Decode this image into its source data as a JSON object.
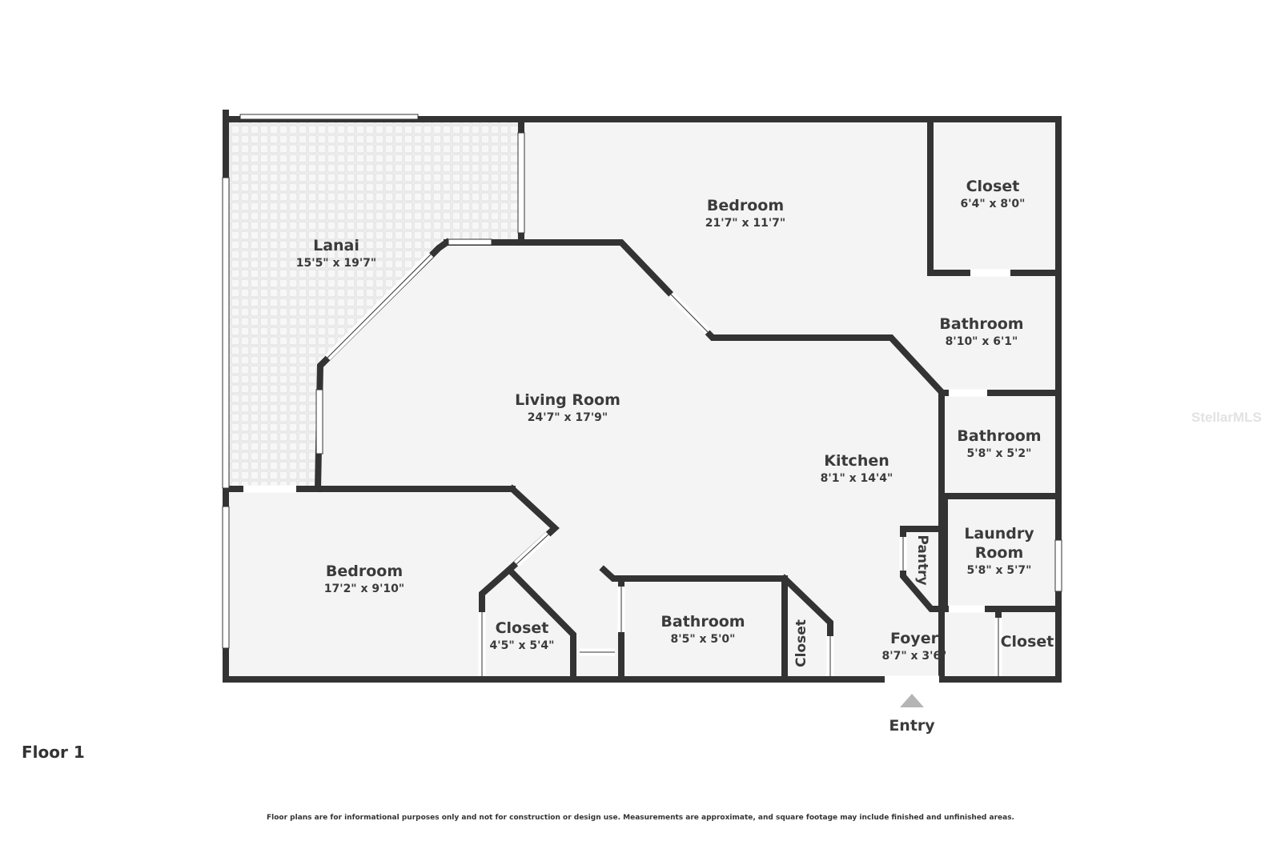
{
  "floor_label": "Floor 1",
  "disclaimer": "Floor plans are for informational purposes only and not for construction or design use. Measurements are approximate, and square footage may include finished and unfinished areas.",
  "entry_label": "Entry",
  "watermark": "StellarMLS",
  "colors": {
    "wall": "#333333",
    "floor": "#f4f4f4",
    "window": "#ffffff",
    "lanai_grid": "#dcdcdc",
    "text": "#3b3b3b"
  },
  "rooms": {
    "lanai": {
      "name": "Lanai",
      "dims": "15'5\" x 19'7\""
    },
    "bedroom_master": {
      "name": "Bedroom",
      "dims": "21'7\" x 11'7\""
    },
    "closet_master": {
      "name": "Closet",
      "dims": "6'4\" x 8'0\""
    },
    "bathroom_master": {
      "name": "Bathroom",
      "dims": "8'10\" x 6'1\""
    },
    "living_room": {
      "name": "Living Room",
      "dims": "24'7\" x 17'9\""
    },
    "kitchen": {
      "name": "Kitchen",
      "dims": "8'1\" x 14'4\""
    },
    "bathroom_small": {
      "name": "Bathroom",
      "dims": "5'8\" x 5'2\""
    },
    "laundry": {
      "name1": "Laundry",
      "name2": "Room",
      "dims": "5'8\" x 5'7\""
    },
    "pantry": {
      "name": "Pantry"
    },
    "bedroom_second": {
      "name": "Bedroom",
      "dims": "17'2\" x 9'10\""
    },
    "closet_second": {
      "name": "Closet",
      "dims": "4'5\" x 5'4\""
    },
    "bathroom_hall": {
      "name": "Bathroom",
      "dims": "8'5\" x 5'0\""
    },
    "closet_hall": {
      "name": "Closet"
    },
    "foyer": {
      "name": "Foyer",
      "dims": "8'7\" x 3'6\""
    },
    "closet_foyer": {
      "name": "Closet"
    }
  }
}
